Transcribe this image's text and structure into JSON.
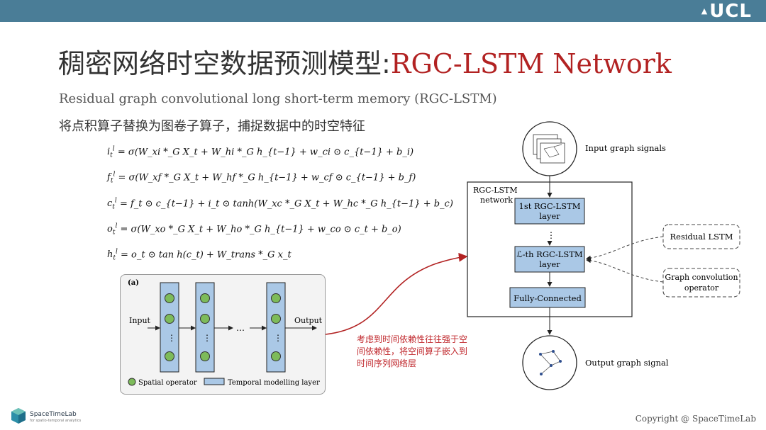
{
  "header": {
    "logo_text": "UCL",
    "logo_mark": "▲"
  },
  "title": {
    "chinese": "稠密网络时空数据预测模型",
    "separator": ":",
    "english": "RGC-LSTM Network"
  },
  "subtitle": "Residual graph convolutional long short-term memory (RGC-LSTM)",
  "subtitle_cn": "将点积算子替换为图卷子算子，捕捉数据中的时空特征",
  "equations": [
    {
      "lhs": "i",
      "text": "= σ(W_xi *_G X_t + W_hi *_G h_{t−1} + w_ci ⊙ c_{t−1} + b_i)"
    },
    {
      "lhs": "f",
      "text": "= σ(W_xf *_G X_t + W_hf *_G h_{t−1} + w_cf ⊙ c_{t−1} + b_f)"
    },
    {
      "lhs": "c",
      "text": "= f_t ⊙ c_{t−1} + i_t ⊙ tanh(W_xc *_G X_t + W_hc *_G h_{t−1} + b_c)"
    },
    {
      "lhs": "o",
      "text": "= σ(W_xo *_G X_t + W_ho *_G h_{t−1} + w_co ⊙ c_t + b_o)"
    },
    {
      "lhs": "h",
      "text": "= o_t ⊙ tan h(c_t) + W_trans *_G x_t"
    }
  ],
  "panel": {
    "label": "(a)",
    "input": "Input",
    "output": "Output",
    "legend_spatial": "Spatial operator",
    "legend_temporal": "Temporal modelling layer",
    "ellipsis": "…"
  },
  "diagram": {
    "input_label": "Input graph signals",
    "network_label_1": "RGC-LSTM",
    "network_label_2": "network",
    "box1_line1": "1st RGC-LSTM",
    "box1_line2": "layer",
    "box2_line1": "ℒ-th RGC-LSTM",
    "box2_line2": "layer",
    "box3": "Fully-Connected",
    "residual": "Residual LSTM",
    "graph_conv_1": "Graph convolution",
    "graph_conv_2": "operator",
    "output_label": "Output graph signal"
  },
  "annotation": "考虑到时间依赖性往往强于空间依赖性，将空间算子嵌入到时间序列网络层",
  "footer": {
    "brand": "SpaceTimeLab",
    "brand_sub": "for spatio-temporal analytics",
    "copyright": "Copyright @ SpaceTimeLab"
  },
  "colors": {
    "topbar": "#4a7d97",
    "title_en": "#b22222",
    "box_fill": "#aac8e6",
    "node_fill": "#7dbb5a",
    "annotation": "#c0282d"
  }
}
